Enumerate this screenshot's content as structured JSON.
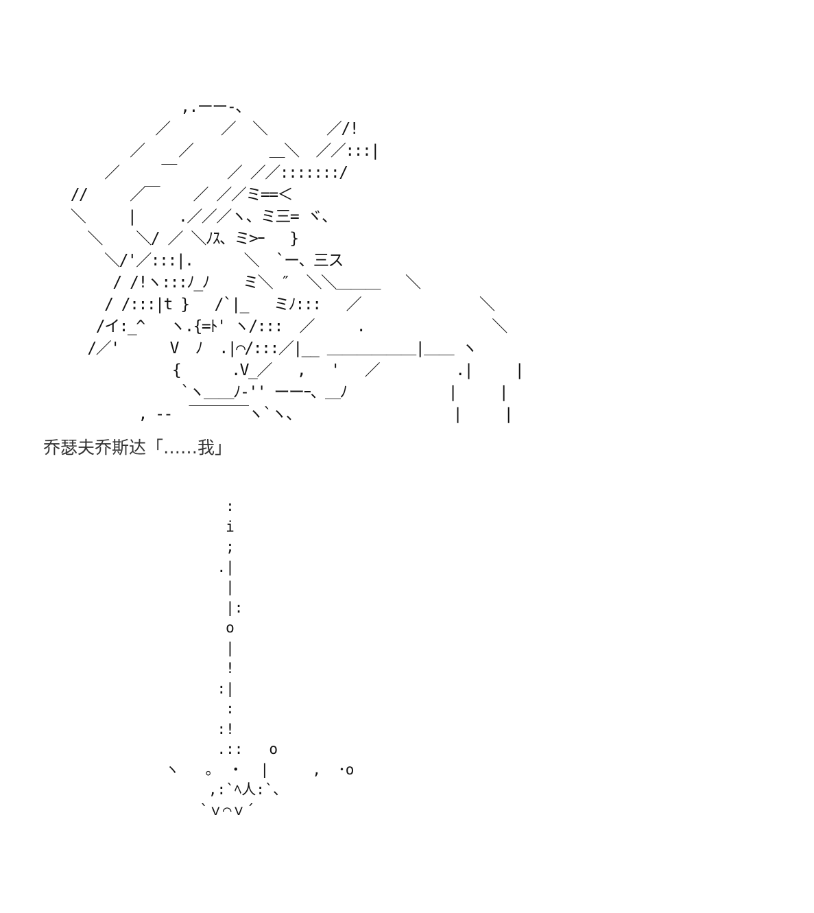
{
  "art_top": "               ,.ーー-、\n            ／      ／  ＼       ／/!\n         ／    ／         ＿＼  ／／:::|\n      ／     ￣      ／ ／／:::::::/\n  //     ／￣    ／ ／／ミ==＜\n  ＼     |     .／／／ヽ、ミ三= ヾ、\n    ＼    ＼/ ／ ＼ﾉｽ、ミ>ｰ   }\n      ＼/'／:::|.      ＼  `ー、三ス\n       / /!ヽ:::ﾉ_ﾉ    ミ＼ ″  ＼＼＿＿＿   ＼\n      / /:::|t }   /`|_   ミﾉ:::   ／              ＼\n     /イ:_^   ヽ.{=ﾄ' ヽ/:::  ／     .               ＼\n    /／'      V  ﾉ  .|⌒/:::／|__ ＿＿＿＿＿＿|＿＿ ヽ\n              {      .V_／   ,   '   ／         .|     |\n               `ヽ＿＿ﾉ-'' ーーｰ、＿ﾉ            |     |\n          , --  ￣￣￣￣ヽ`ヽ、                  |     |",
  "dialogue": "乔瑟夫乔斯达「……我」",
  "art_bottom": "        :\n        i\n        ;\n       .|\n        |\n        |:\n        o\n        |\n        !\n       :|\n        :\n       :!\n       .::   o\n ヽ   。 ・  |     ,  ･o\n      ,:`ﾍ人:`､\n     `ｖ⌒ｖ´"
}
